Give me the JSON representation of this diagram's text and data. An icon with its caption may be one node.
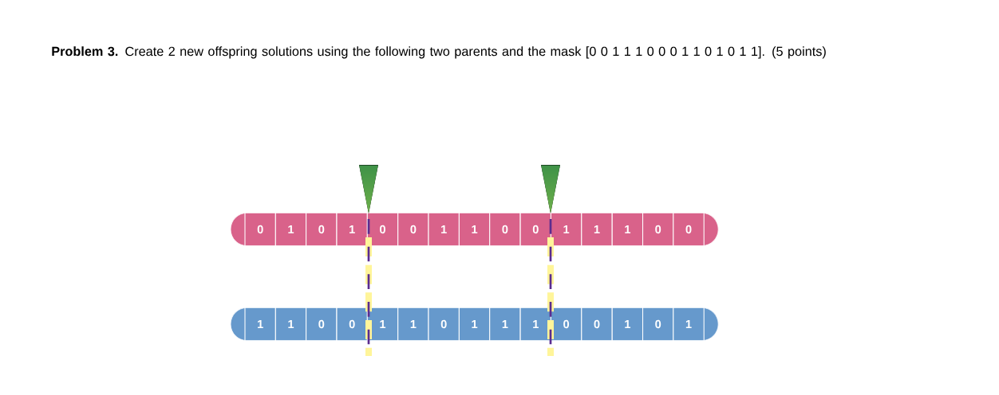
{
  "diagram": {
    "title": "**Problem 3.** Create 2 new offspring solutions using the following two parents and the mask [0 0 1 1 1 0 0 0 1 1 0 1 0 1 1]. (5 points)",
    "nodes": [
      {
        "text": [],
        "shape": "bar"
      },
      {
        "text": [
          "0"
        ],
        "in": 0
      },
      {
        "text": [
          "1"
        ],
        "in": 0
      },
      {
        "text": [
          "0"
        ],
        "in": 0
      },
      {
        "text": [
          "1"
        ],
        "in": 0
      },
      {
        "text": [
          "0"
        ],
        "in": 0
      },
      {
        "text": [
          "0"
        ],
        "in": 0
      },
      {
        "text": [
          "1"
        ],
        "in": 0
      },
      {
        "text": [
          "1"
        ],
        "in": 0
      },
      {
        "text": [
          "0"
        ],
        "in": 0
      },
      {
        "text": [
          "0"
        ],
        "in": 0
      },
      {
        "text": [
          "1"
        ],
        "in": 0
      },
      {
        "text": [
          "1"
        ],
        "in": 0
      },
      {
        "text": [
          "1"
        ],
        "in": 0
      },
      {
        "text": [
          "0"
        ],
        "in": 0
      },
      {
        "text": [
          "0"
        ],
        "in": 0
      },
      {
        "text": [],
        "shape": "bar"
      },
      {
        "text": [
          "1"
        ],
        "in": 16
      },
      {
        "text": [
          "1"
        ],
        "in": 16
      },
      {
        "text": [
          "0"
        ],
        "in": 16
      },
      {
        "text": [
          "0"
        ],
        "in": 16
      },
      {
        "text": [
          "1"
        ],
        "in": 16
      },
      {
        "text": [
          "1"
        ],
        "in": 16
      },
      {
        "text": [
          "0"
        ],
        "in": 16
      },
      {
        "text": [
          "1"
        ],
        "in": 16
      },
      {
        "text": [
          "1"
        ],
        "in": 16
      },
      {
        "text": [
          "1"
        ],
        "in": 16
      },
      {
        "text": [
          "0"
        ],
        "in": 16
      },
      {
        "text": [
          "0"
        ],
        "in": 16
      },
      {
        "text": [
          "1"
        ],
        "in": 16
      },
      {
        "text": [
          "0"
        ],
        "in": 16
      },
      {
        "text": [
          "1"
        ],
        "in": 16
      }
    ]
  }
}
